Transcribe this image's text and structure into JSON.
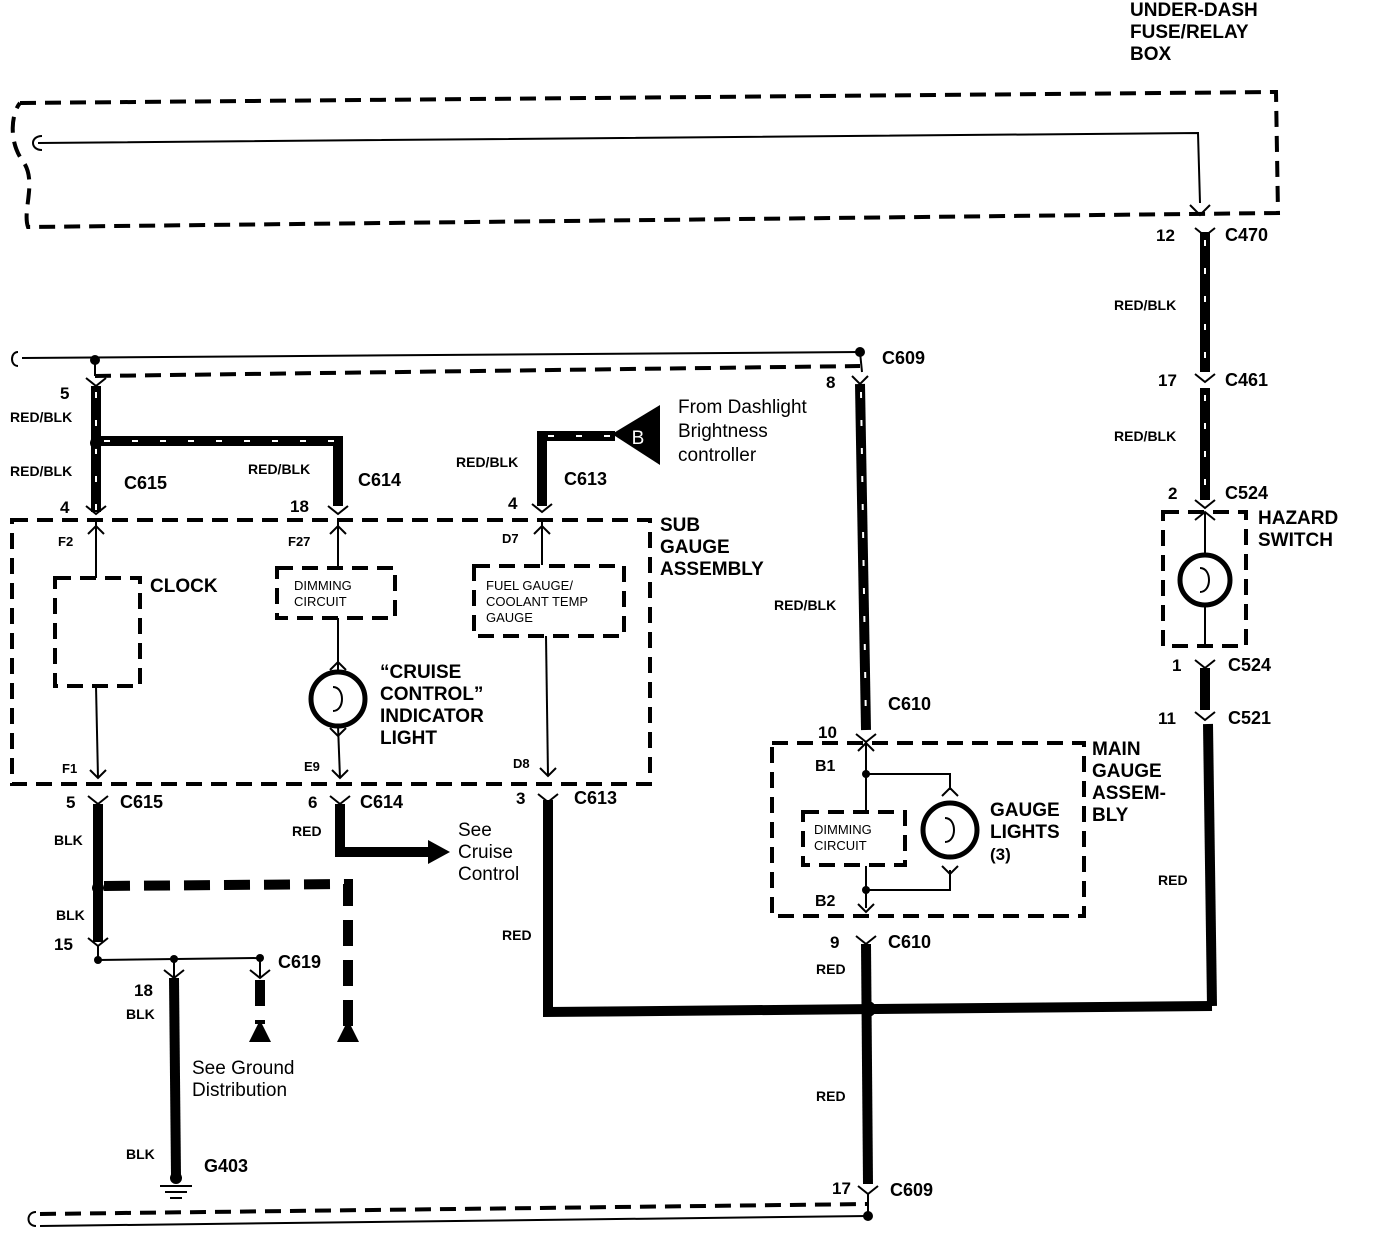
{
  "components": {
    "fuse_box": [
      "UNDER-DASH",
      "FUSE/RELAY",
      "BOX"
    ],
    "sub_gauge": [
      "SUB",
      "GAUGE",
      "ASSEMBLY"
    ],
    "clock": "CLOCK",
    "dimming_circuit": [
      "DIMMING",
      "CIRCUIT"
    ],
    "fuel_gauge": [
      "FUEL GAUGE/",
      "COOLANT TEMP",
      "GAUGE"
    ],
    "cruise_light": [
      "“CRUISE",
      "CONTROL”",
      "INDICATOR",
      "LIGHT"
    ],
    "main_gauge": [
      "MAIN",
      "GAUGE",
      "ASSEM-",
      "BLY"
    ],
    "gauge_lights": [
      "GAUGE",
      "LIGHTS",
      "(3)"
    ],
    "hazard_switch": [
      "HAZARD",
      "SWITCH"
    ],
    "dashlight_source": [
      "From Dashlight",
      "Brightness",
      "controller"
    ],
    "dashlight_badge": "B"
  },
  "connectors": {
    "c470": "C470",
    "c461": "C461",
    "c524": "C524",
    "c521": "C521",
    "c609": "C609",
    "c610": "C610",
    "c615": "C615",
    "c614": "C614",
    "c613": "C613",
    "c619": "C619",
    "g403": "G403"
  },
  "pins": {
    "p12": "12",
    "p17a": "17",
    "p2": "2",
    "p1": "1",
    "p11": "11",
    "p8": "8",
    "p10": "10",
    "p9": "9",
    "p17b": "17",
    "p5a": "5",
    "p4a": "4",
    "p18a": "18",
    "p4b": "4",
    "p5b": "5",
    "p6": "6",
    "p3": "3",
    "p15": "15",
    "p18b": "18",
    "f2": "F2",
    "f27": "F27",
    "d7": "D7",
    "f1": "F1",
    "e9": "E9",
    "d8": "D8",
    "b1": "B1",
    "b2": "B2"
  },
  "wire_colors": {
    "red_blk": "RED/BLK",
    "blk": "BLK",
    "red": "RED"
  },
  "notes": {
    "see_cruise": [
      "See",
      "Cruise",
      "Control"
    ],
    "see_ground": [
      "See Ground",
      "Distribution"
    ]
  }
}
